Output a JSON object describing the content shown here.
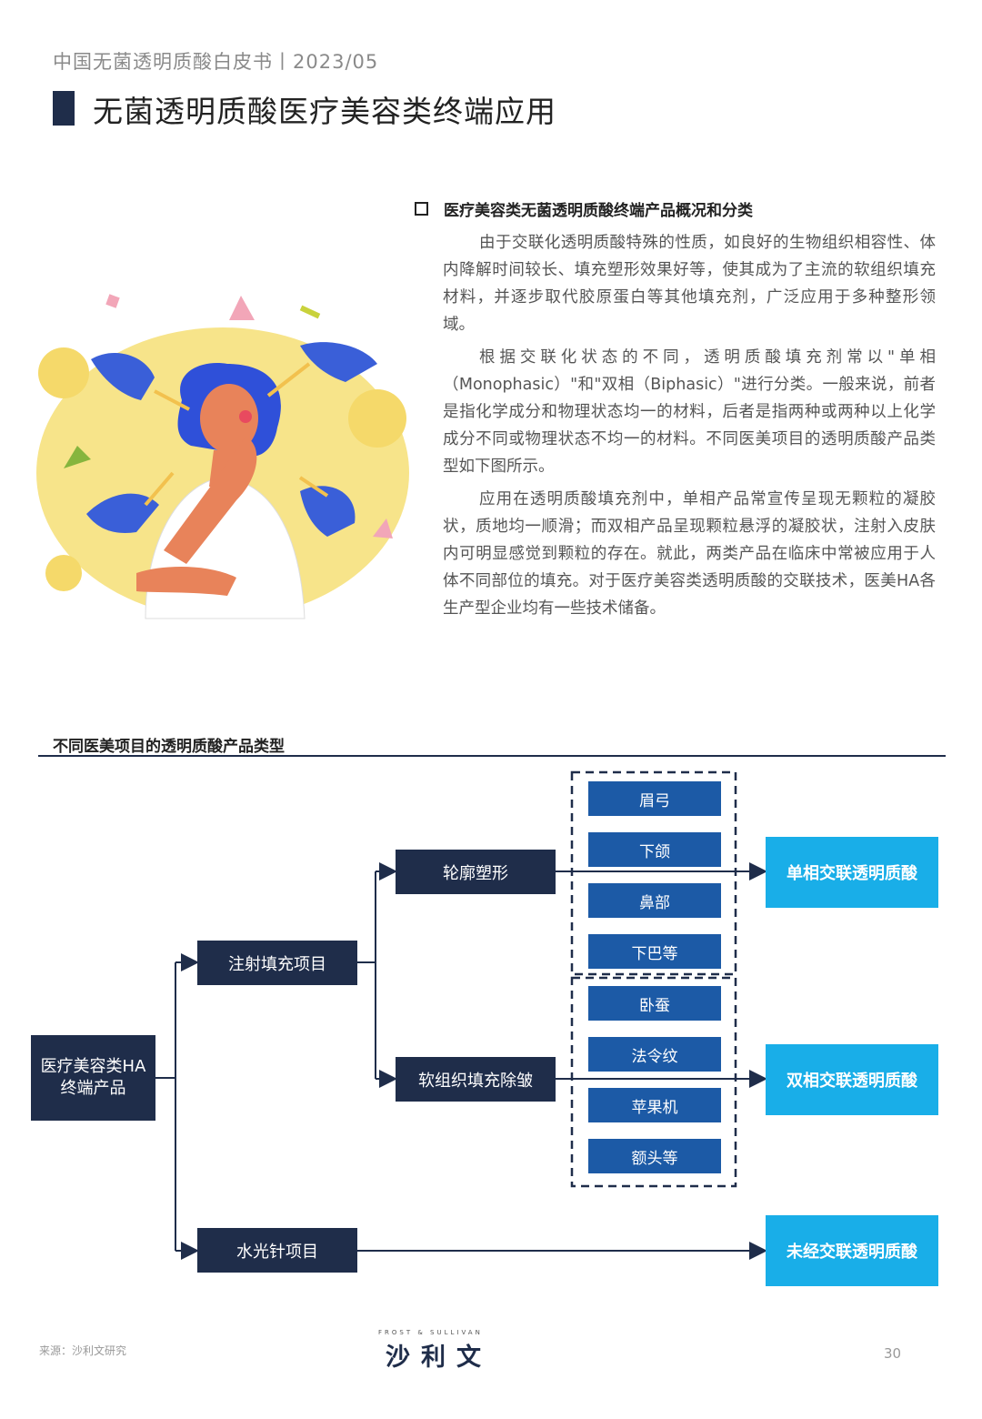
{
  "header": {
    "report_line": "中国无菌透明质酸白皮书丨2023/05",
    "title": "无菌透明质酸医疗美容类终端应用"
  },
  "section": {
    "heading": "医疗美容类无菌透明质酸终端产品概况和分类",
    "paragraphs": [
      "由于交联化透明质酸特殊的性质，如良好的生物组织相容性、体内降解时间较长、填充塑形效果好等，使其成为了主流的软组织填充材料，并逐步取代胶原蛋白等其他填充剂，广泛应用于多种整形领域。",
      "根据交联化状态的不同，透明质酸填充剂常以\"单相（Monophasic）\"和\"双相（Biphasic）\"进行分类。一般来说，前者是指化学成分和物理状态均一的材料，后者是指两种或两种以上化学成分不同或物理状态不均一的材料。不同医美项目的透明质酸产品类型如下图所示。",
      "应用在透明质酸填充剂中，单相产品常宣传呈现无颗粒的凝胶状，质地均一顺滑；而双相产品呈现颗粒悬浮的凝胶状，注射入皮肤内可明显感觉到颗粒的存在。就此，两类产品在临床中常被应用于人体不同部位的填充。对于医疗美容类透明质酸的交联技术，医美HA各生产型企业均有一些技术储备。"
    ]
  },
  "diagram": {
    "title": "不同医美项目的透明质酸产品类型",
    "root": "医疗美容类HA终端产品",
    "inject": "注射填充项目",
    "water": "水光针项目",
    "contour": "轮廓塑形",
    "soft": "软组织填充除皱",
    "contour_items": [
      "眉弓",
      "下颌",
      "鼻部",
      "下巴等"
    ],
    "soft_items": [
      "卧蚕",
      "法令纹",
      "苹果机",
      "额头等"
    ],
    "mono": "单相交联透明质酸",
    "bi": "双相交联透明质酸",
    "non": "未经交联透明质酸"
  },
  "footer": {
    "source": "来源：沙利文研究",
    "logo_sub": "FROST & SULLIVAN",
    "logo_main": "沙利文",
    "page_number": "30"
  },
  "colors": {
    "navy": "#1f2d4a",
    "leaf_blue": "#1c5aa6",
    "cyan": "#19aee8"
  }
}
